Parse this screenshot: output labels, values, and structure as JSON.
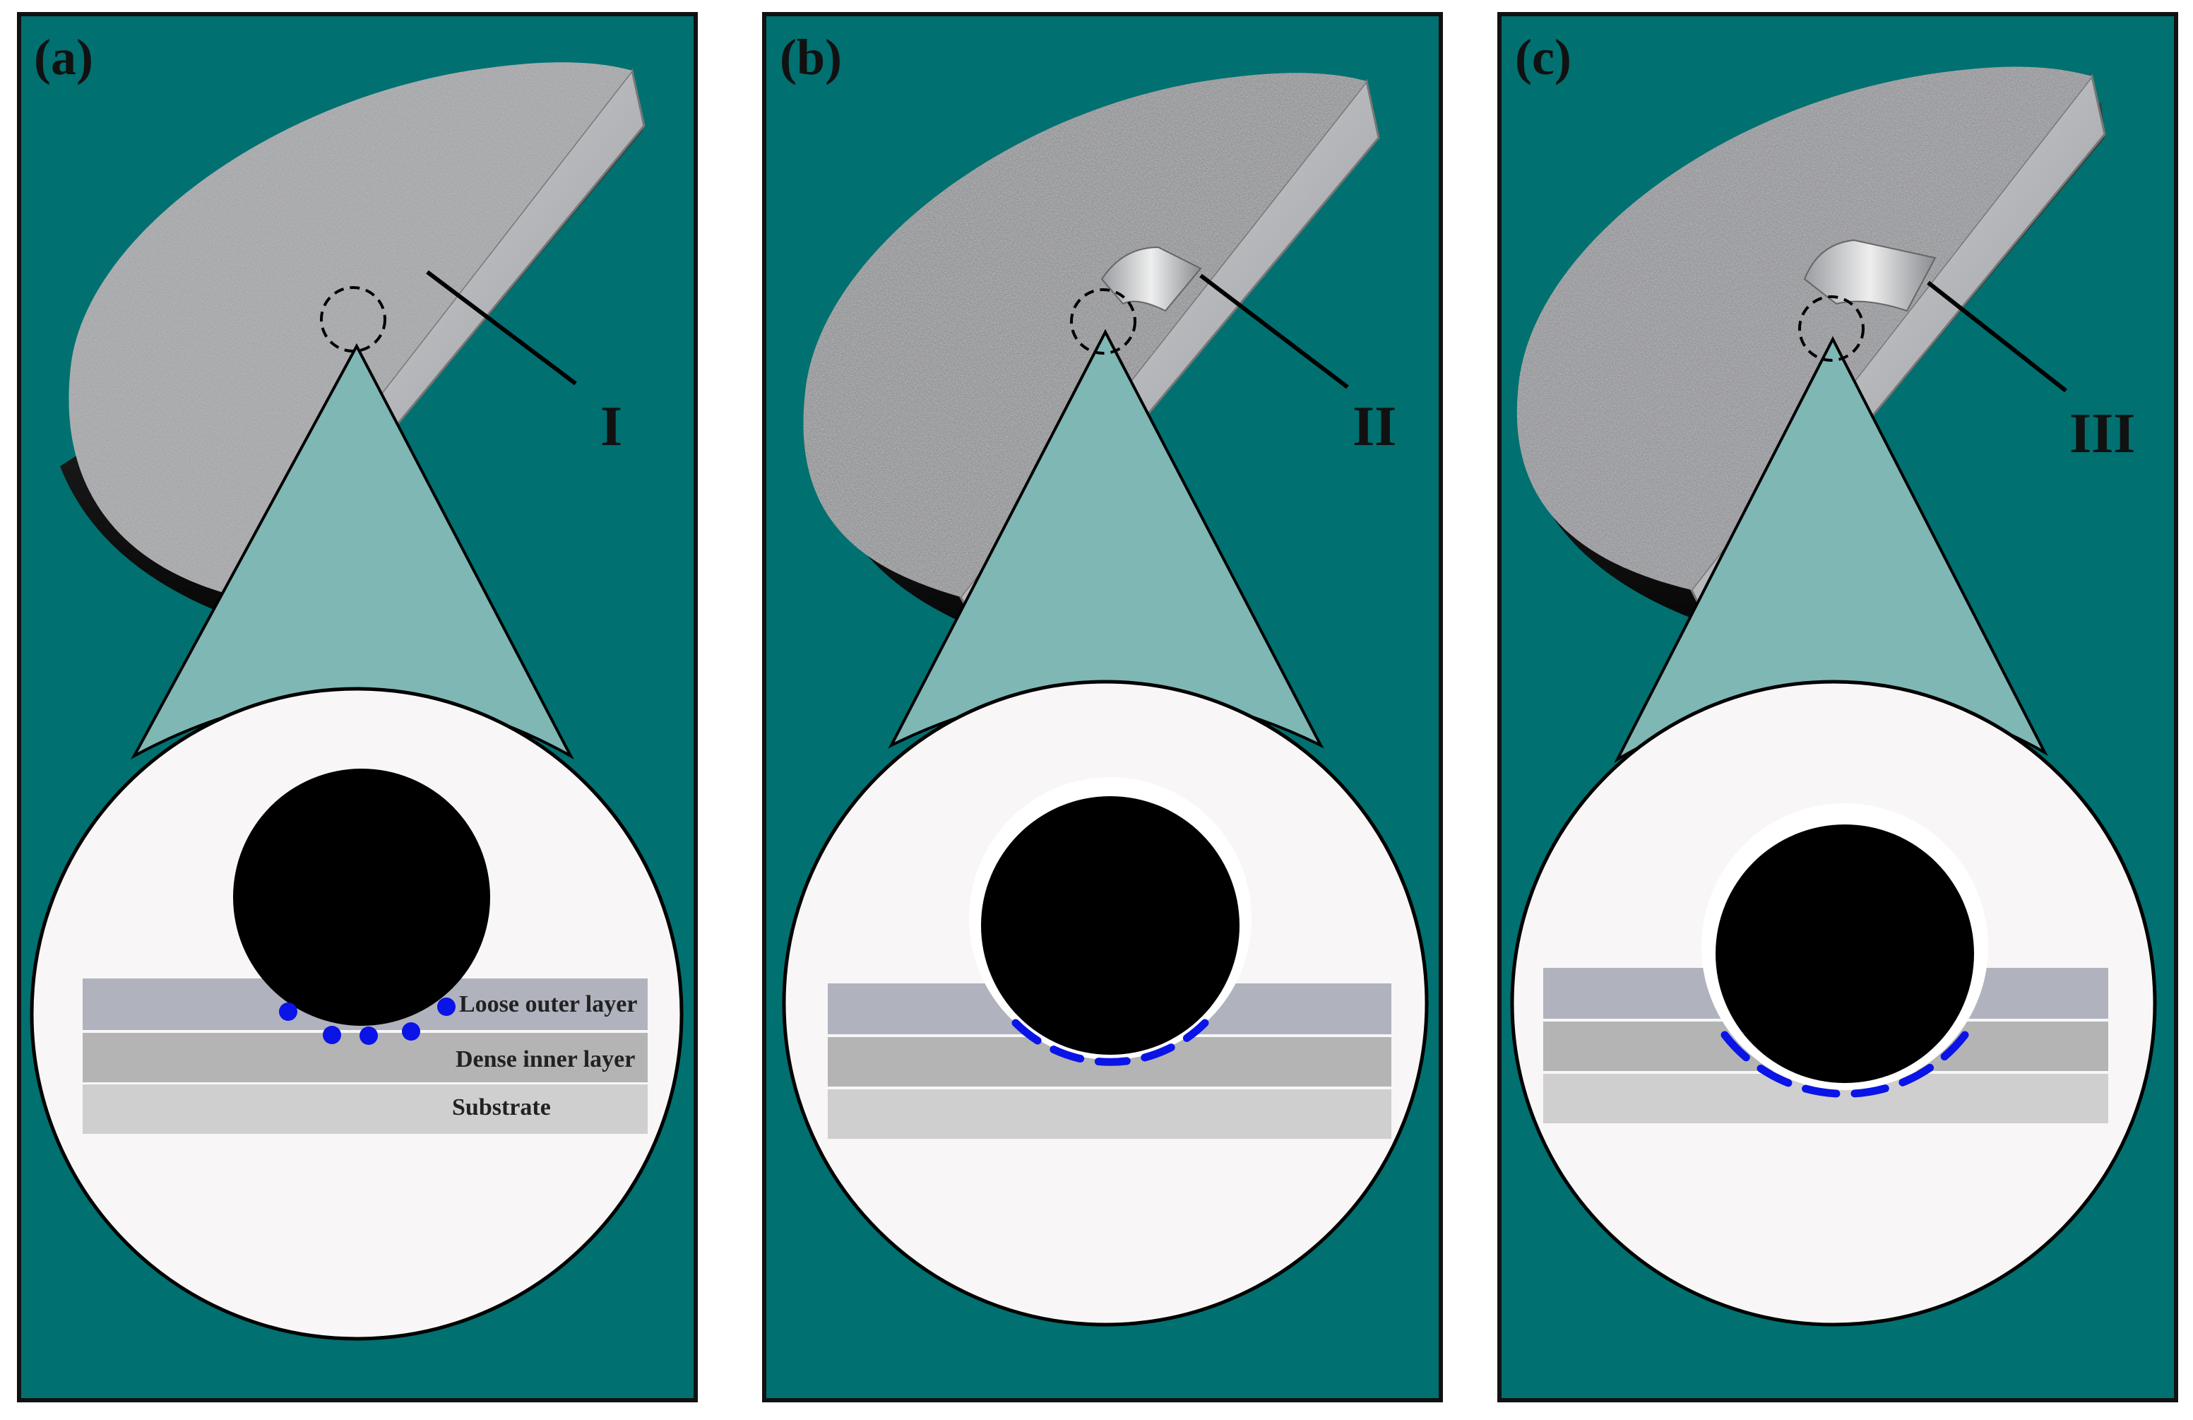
{
  "colors": {
    "panel_bg": "#017070",
    "panel_border": "#111111",
    "zoom_fill": "#7fb7b5",
    "circle_fill": "#f8f6f7",
    "outer_layer": "#b0b3bd",
    "inner_layer": "#b4b4b4",
    "substrate": "#cfcfcf",
    "particle": "#000000",
    "marker": "#0a14e6"
  },
  "panels": [
    {
      "letter": "(a)",
      "stage": "I"
    },
    {
      "letter": "(b)",
      "stage": "II"
    },
    {
      "letter": "(c)",
      "stage": "III"
    }
  ],
  "layer_labels": {
    "outer": "Loose outer layer",
    "inner": "Dense inner layer",
    "substrate": "Substrate"
  }
}
